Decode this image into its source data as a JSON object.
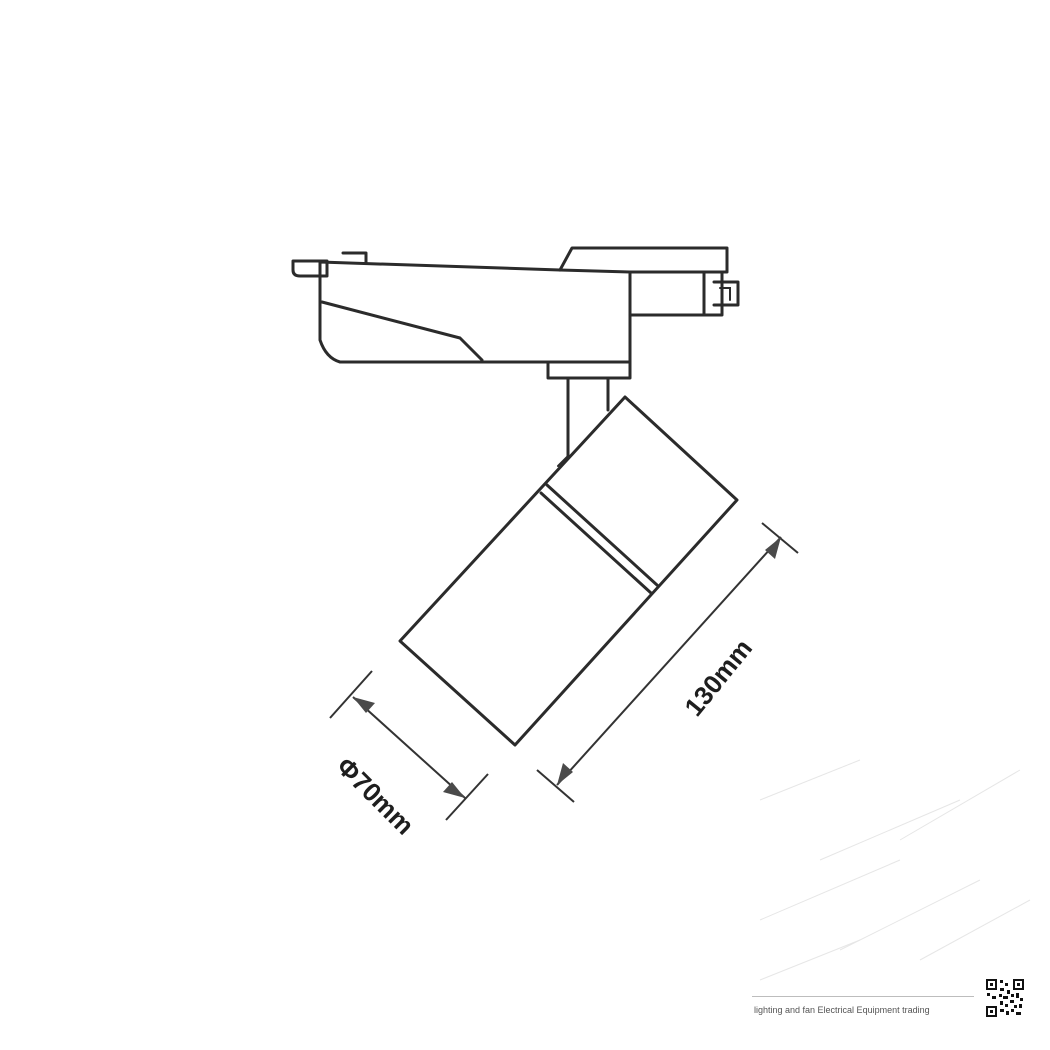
{
  "dimensions": {
    "diameter_label": "Φ70mm",
    "length_label": "130mm"
  },
  "footer": {
    "company_text": "lighting and fan Electrical Equipment trading"
  },
  "icons": {
    "qr": "qr-code-icon"
  },
  "colors": {
    "line": "#2b2b2b",
    "arrow": "#4a4a4a",
    "background": "#ffffff"
  }
}
